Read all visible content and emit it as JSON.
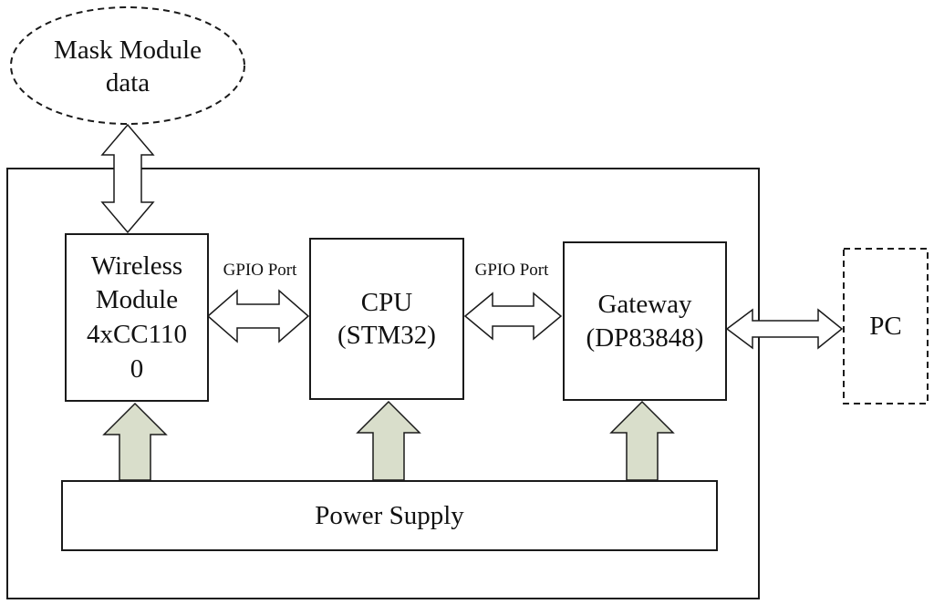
{
  "external": {
    "mask_module": [
      "Mask Module",
      "data"
    ],
    "pc": "PC"
  },
  "blocks": {
    "wireless_module": [
      "Wireless",
      "Module",
      "4xCC110",
      "0"
    ],
    "cpu": [
      "CPU",
      "(STM32)"
    ],
    "gateway": [
      "Gateway",
      "(DP83848)"
    ],
    "power_supply": "Power Supply"
  },
  "links": {
    "wireless_cpu": "GPIO Port",
    "cpu_gateway": "GPIO Port"
  },
  "colors": {
    "line": "#1a1a1a",
    "power_arrow_fill": "#d9decb",
    "io_arrow_fill": "#ffffff"
  }
}
